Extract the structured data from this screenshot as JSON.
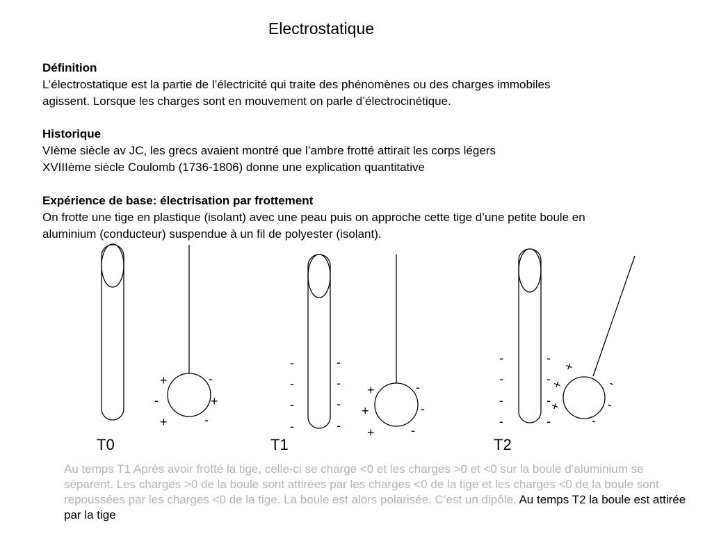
{
  "title": "Electrostatique",
  "definition": {
    "heading": "Définition",
    "line1": "L’électrostatique est la partie de l’électricité qui traite des phénomènes ou des charges immobiles",
    "line2": "agissent. Lorsque les charges sont en mouvement on parle d’électrocinétique."
  },
  "historique": {
    "heading": "Historique",
    "line1": "VIème siècle av JC, les grecs avaient montré que l’ambre frotté attirait les corps légers",
    "line2": "XVIIIème siècle Coulomb (1736-1806) donne une explication quantitative"
  },
  "experience": {
    "heading": "Expérience de base: électrisation par frottement",
    "line1": "On frotte une tige en plastique (isolant) avec une peau puis on approche cette tige d’une petite boule en",
    "line2": "aluminium (conducteur) suspendue à un fil de polyester (isolant)."
  },
  "diagram": {
    "labels": {
      "t0": "T0",
      "t1": "T1",
      "t2": "T2"
    },
    "plus": "+",
    "minus": "-"
  },
  "caption": {
    "grey": "Au temps T1 Après avoir frotté la tige, celle-ci se charge <0 et les charges >0 et <0 sur la boule d’aluminium se séparent. Les charges >0 de la boule sont attirées par les charges <0 de la tige et les charges <0 de la boule sont repoussées par les charges <0 de la tige. La boule est alors polarisée. C’est un dipôle.",
    "dark": "Au temps T2 la boule est attirée par la tige"
  }
}
